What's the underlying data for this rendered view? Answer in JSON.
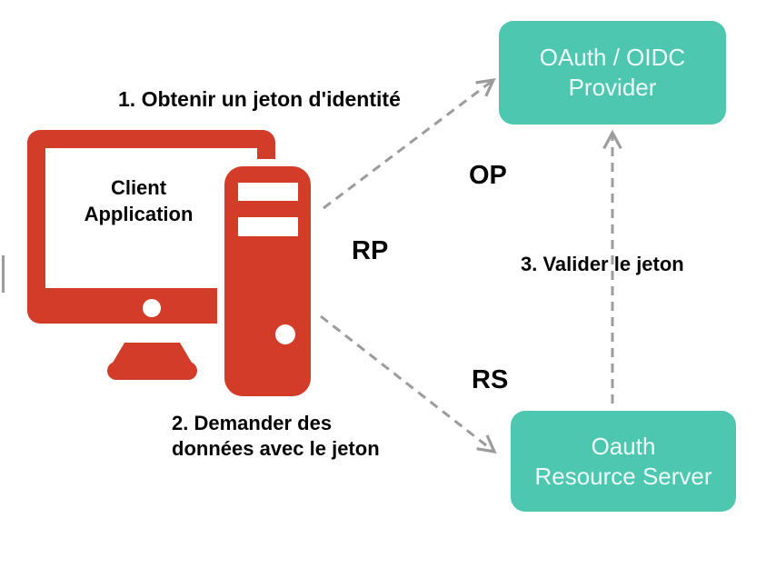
{
  "colors": {
    "red": "#d23c29",
    "teal": "#4ec7b0",
    "arrow_gray": "#9c9c9c",
    "text_black": "#060606",
    "box_text": "#eefaf7",
    "bg": "#ffffff"
  },
  "diagram": {
    "steps": {
      "step1": "1. Obtenir un jeton d'identité",
      "step2_line1": "2. Demander des",
      "step2_line2": "données avec le jeton",
      "step3": "3. Valider le jeton"
    },
    "roles": {
      "rp": "RP",
      "op": "OP",
      "rs": "RS"
    },
    "client": {
      "line1": "Client",
      "line2": "Application"
    },
    "provider_box": {
      "line1": "OAuth / OIDC",
      "line2": "Provider"
    },
    "resource_box": {
      "line1": "Oauth",
      "line2": "Resource Server"
    }
  }
}
